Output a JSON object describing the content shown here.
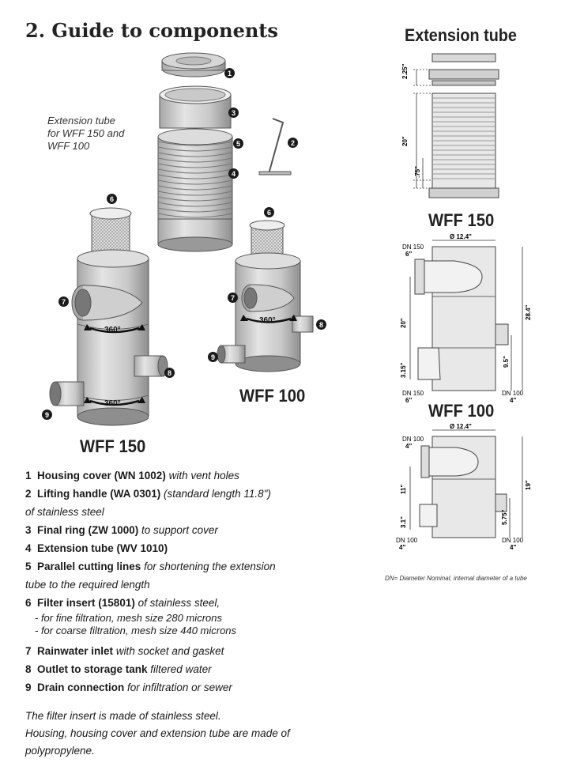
{
  "title": "2. Guide to components",
  "extension_tube_caption": "Extension tube for WFF 150 and WFF 100",
  "extension_tube_caption_lines": [
    "Extension tube",
    "for WFF 150 and",
    "WFF 100"
  ],
  "model_labels": {
    "wff150": "WFF 150",
    "wff100": "WFF 100"
  },
  "rotation_label": "360°",
  "badges": [
    "1",
    "2",
    "3",
    "4",
    "5",
    "6",
    "7",
    "8",
    "9"
  ],
  "components": [
    {
      "num": "1",
      "name": "Housing cover (WN 1002)",
      "desc": " with vent holes"
    },
    {
      "num": "2",
      "name": "Lifting handle (WA 0301)",
      "desc": " (standard length 11.8\")",
      "cont": "of stainless steel"
    },
    {
      "num": "3",
      "name": "Final ring (ZW 1000)",
      "desc": " to support cover"
    },
    {
      "num": "4",
      "name": "Extension tube (WV 1010)",
      "desc": ""
    },
    {
      "num": "5",
      "name": "Parallel cutting lines",
      "desc": " for shortening the extension",
      "cont": "tube to the required length"
    },
    {
      "num": "6",
      "name": "Filter insert (15801)",
      "desc": " of stainless steel,",
      "subs": [
        "-  for fine filtration, mesh size 280 microns",
        "-  for coarse filtration, mesh size 440 microns"
      ]
    },
    {
      "num": "7",
      "name": "Rainwater inlet",
      "desc": " with socket and gasket"
    },
    {
      "num": "8",
      "name": "Outlet to storage tank",
      "desc": " filtered water"
    },
    {
      "num": "9",
      "name": "Drain connection",
      "desc": " for infiltration or sewer"
    }
  ],
  "note_lines": [
    "The filter insert is made of stainless steel.",
    "Housing, housing cover and extension tube are made of",
    "polypropylene."
  ],
  "extension_tube": {
    "heading": "Extension tube",
    "dims": [
      "2.25\"",
      "20\"",
      ".75\""
    ]
  },
  "wff150_drawing": {
    "heading": "WFF 150",
    "diameter": "Ø 12.4\"",
    "inlet": "DN 150",
    "inlet_size": "6\"",
    "outlet": "DN 150",
    "outlet_size": "6\"",
    "drain": "DN 100",
    "drain_size": "4\"",
    "dims": [
      "20\"",
      "28.4\"",
      "3.15\"",
      "9.5\""
    ]
  },
  "wff100_drawing": {
    "heading": "WFF 100",
    "diameter": "Ø 12.4\"",
    "inlet": "DN 100",
    "inlet_size": "4\"",
    "outlet": "DN 100",
    "outlet_size": "4\"",
    "drain": "DN 100",
    "drain_size": "4\"",
    "dims": [
      "11\"",
      "19\"",
      "3.1\"",
      "5.75\""
    ]
  },
  "dn_note": "DN=    Diameter Nominal, internal diameter of a tube",
  "colors": {
    "housing": "#cdcdcd",
    "housing_dark": "#9a9a9a",
    "badge": "#1a1a1a",
    "text": "#1a1a1a"
  }
}
